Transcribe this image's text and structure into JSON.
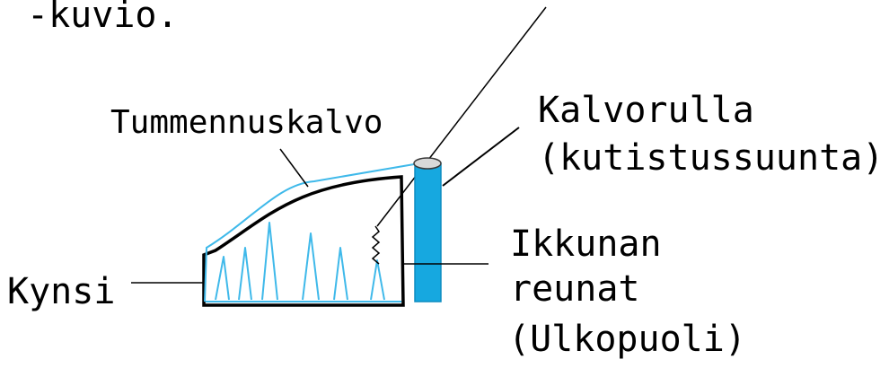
{
  "labels": {
    "caption_fragment": "-kuvio.",
    "film": "Tummennuskalvo",
    "roll_line1": "Kalvorulla",
    "roll_line2": "(kutistussuunta)",
    "edges_line1": "Ikkunan",
    "edges_line2": "reunat",
    "edges_line3": "(Ulkopuoli)",
    "claw": "Kynsi"
  },
  "colors": {
    "film": "#3fb9ea",
    "roll": "#16a8e0",
    "ink": "#000000",
    "background": "#ffffff"
  }
}
